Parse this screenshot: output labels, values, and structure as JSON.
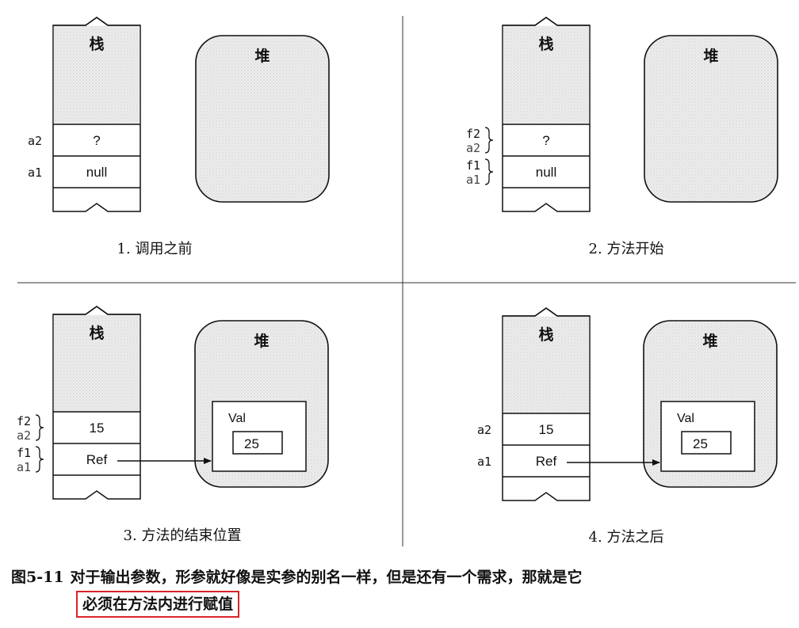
{
  "panels": [
    {
      "caption": "1. 调用之前",
      "stack_label": "栈",
      "heap_label": "堆",
      "slots": [
        {
          "value": "?",
          "names": [
            "a2"
          ]
        },
        {
          "value": "null",
          "names": [
            "a1"
          ]
        }
      ]
    },
    {
      "caption": "2. 方法开始",
      "stack_label": "栈",
      "heap_label": "堆",
      "slots": [
        {
          "value": "?",
          "names": [
            "f2",
            "a2"
          ]
        },
        {
          "value": "null",
          "names": [
            "f1",
            "a1"
          ]
        }
      ]
    },
    {
      "caption": "3. 方法的结束位置",
      "stack_label": "栈",
      "heap_label": "堆",
      "slots": [
        {
          "value": "15",
          "names": [
            "f2",
            "a2"
          ]
        },
        {
          "value": "Ref",
          "names": [
            "f1",
            "a1"
          ]
        }
      ],
      "heap_object": {
        "label": "Val",
        "value": "25"
      }
    },
    {
      "caption": "4. 方法之后",
      "stack_label": "栈",
      "heap_label": "堆",
      "slots": [
        {
          "value": "15",
          "names": [
            "a2"
          ]
        },
        {
          "value": "Ref",
          "names": [
            "a1"
          ]
        }
      ],
      "heap_object": {
        "label": "Val",
        "value": "25"
      }
    }
  ],
  "caption": {
    "figure_number": "图5-11",
    "text": "对于输出参数，形参就好像是实参的别名一样，但是还有一个需求，那就是它",
    "highlight": "必须在方法内进行赋值",
    "highlight_color": "#d9232a"
  },
  "colors": {
    "fill": "#ececec",
    "stroke": "#111111"
  }
}
